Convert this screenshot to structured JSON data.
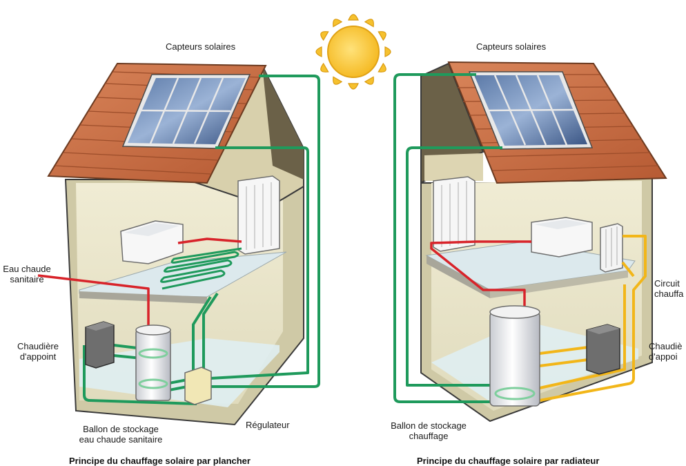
{
  "left_house": {
    "panel_label": "Capteurs solaires",
    "hot_water_label": [
      "Eau chaude",
      "sanitaire"
    ],
    "boiler_label": [
      "Chaudière",
      "d'appoint"
    ],
    "tank_label": [
      "Ballon de stockage",
      "eau chaude sanitaire"
    ],
    "regulator_label": "Régulateur",
    "caption": "Principe du chauffage solaire par plancher"
  },
  "right_house": {
    "panel_label": "Capteurs solaires",
    "circuit_label": [
      "Circuit",
      "chauffa"
    ],
    "boiler_label": [
      "Chaudiè",
      "d'appoi"
    ],
    "tank_label": [
      "Ballon de stockage",
      "chauffage"
    ],
    "caption": "Principe du chauffage solaire par radiateur"
  },
  "colors": {
    "roof": "#c8693f",
    "solar_loop": "#1f9a5c",
    "hot_water": "#d8232a",
    "heating_loop": "#f2b619",
    "wall": "#e8e4c8",
    "floor": "#dfeef2",
    "sun": "#f7c531"
  }
}
